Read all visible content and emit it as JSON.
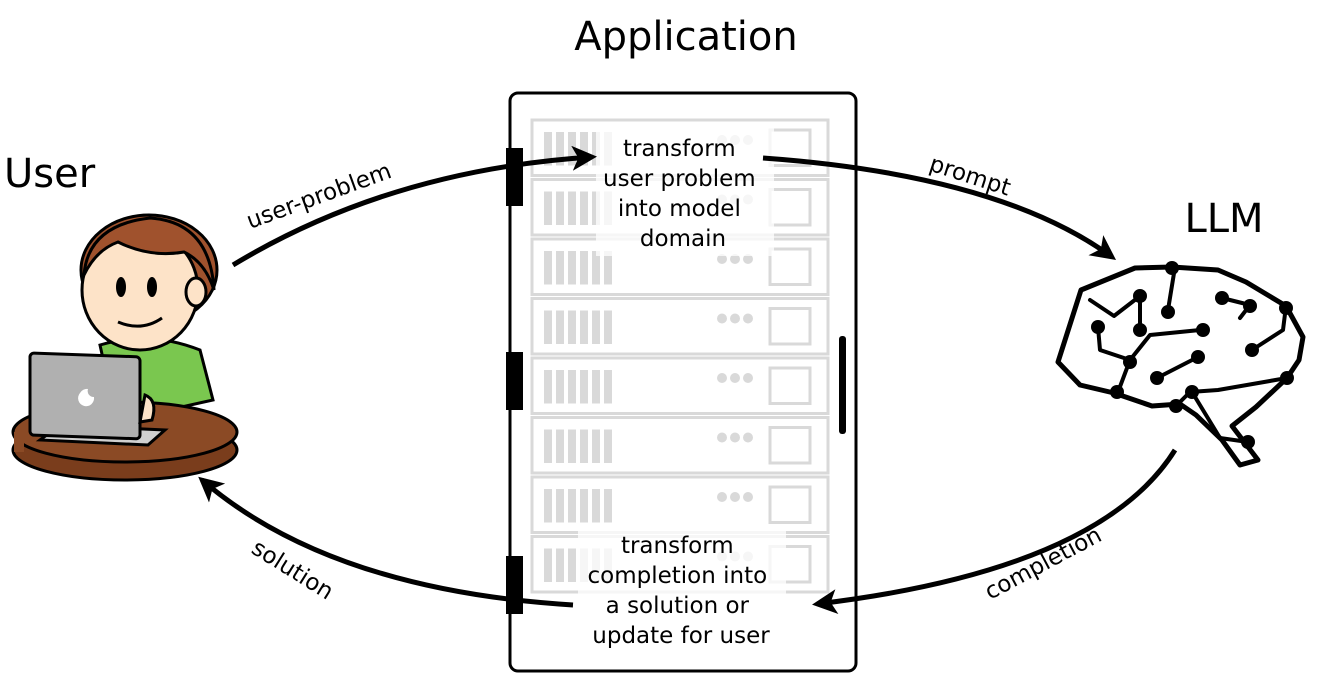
{
  "nodes": {
    "application": {
      "label": "Application"
    },
    "user": {
      "label": "User"
    },
    "llm": {
      "label": "LLM"
    }
  },
  "edges": {
    "user_problem": "user-problem",
    "prompt": "prompt",
    "completion": "completion",
    "solution": "solution"
  },
  "steps": {
    "transform_in": [
      "transform",
      "user problem",
      "into model",
      "domain"
    ],
    "transform_out": [
      "transform",
      "completion into",
      "a solution or",
      "update for user"
    ]
  },
  "colors": {
    "skin": "#fde3c8",
    "hair": "#a0522d",
    "shirt": "#7ac74f",
    "table": "#8b4a25",
    "laptop": "#b0b0b0",
    "rack": "#d9d9d9"
  }
}
